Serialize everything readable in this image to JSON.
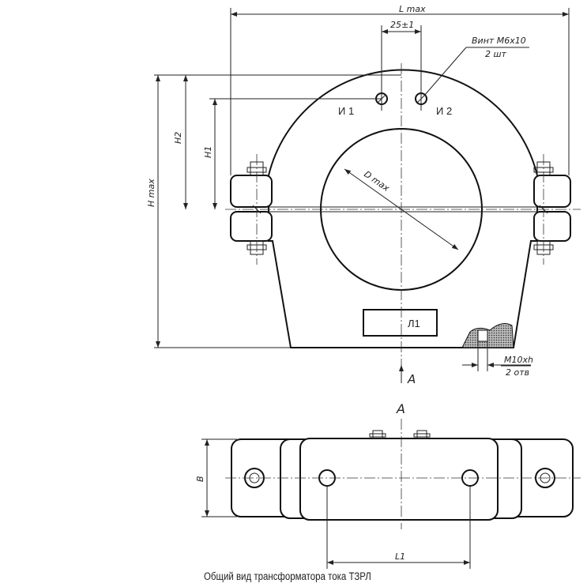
{
  "drawing": {
    "l_max": "L max",
    "tolerance": "25±1",
    "screw_note": "Винт М6х10",
    "screw_qty": "2 шт",
    "terminal_1": "И 1",
    "terminal_2": "И 2",
    "h2": "H2",
    "h1": "H1",
    "h_max": "H max",
    "d_max": "D max",
    "plate_label": "Л1",
    "thread_note": "M10xh",
    "thread_qty": "2 отв",
    "arrow_view": "A",
    "view_label": "A",
    "b": "B",
    "l1": "L1"
  },
  "caption": "Общий вид трансформатора тока ТЗРЛ"
}
